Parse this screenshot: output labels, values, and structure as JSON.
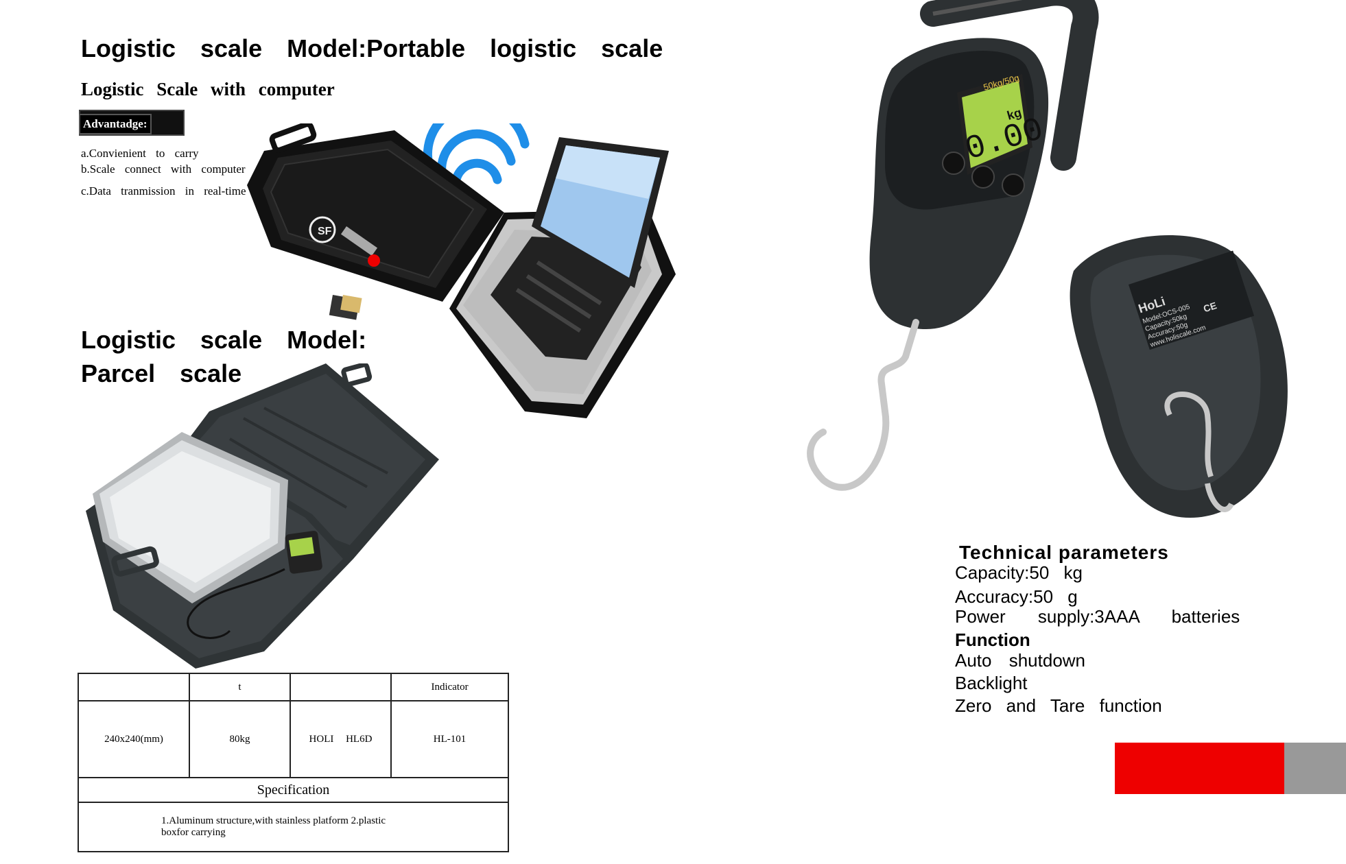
{
  "left": {
    "heading1": "Logistic scale Model:Portable logistic scale",
    "heading2": "Logistic Scale with computer",
    "advantage_label": "Advantadge:",
    "advantages": [
      "a.Convienient to carry",
      "b.Scale connect with computer",
      "c.Data tranmission in real-time"
    ],
    "heading3_line1": "Logistic scale Model:",
    "heading3_line2": "Parcel scale"
  },
  "table": {
    "header": [
      "",
      "t",
      "",
      "Indicator"
    ],
    "row": [
      "240x240(mm)",
      "80kg",
      "HOLI HL6D",
      "HL-101"
    ],
    "spec_label": "Specification",
    "spec_text": "1.Aluminum structure,with stainless platform 2.plastic boxfor carrying"
  },
  "scale_display": {
    "capacity_text": "50kg/50g",
    "unit": "kg",
    "reading": "0.00"
  },
  "scale_back_label": {
    "brand": "HoLi",
    "lines": [
      "Model:OCS-005",
      "Capacity:50kg",
      "Accuracy:50g",
      "www.holiscale.com"
    ],
    "marks": "CE"
  },
  "right": {
    "tech_title": "Technical parameters",
    "params": [
      "Capacity:50 kg",
      "Accuracy:50 g",
      "Power supply:3AAA batteries"
    ],
    "function_title": "Function",
    "functions": [
      "Auto shutdown",
      "Backlight",
      "Zero and Tare function"
    ]
  },
  "colors": {
    "accent_red": "#ee0000",
    "accent_gray": "#999999",
    "lcd_green": "#a7d24a",
    "device_dark": "#2d3133"
  }
}
